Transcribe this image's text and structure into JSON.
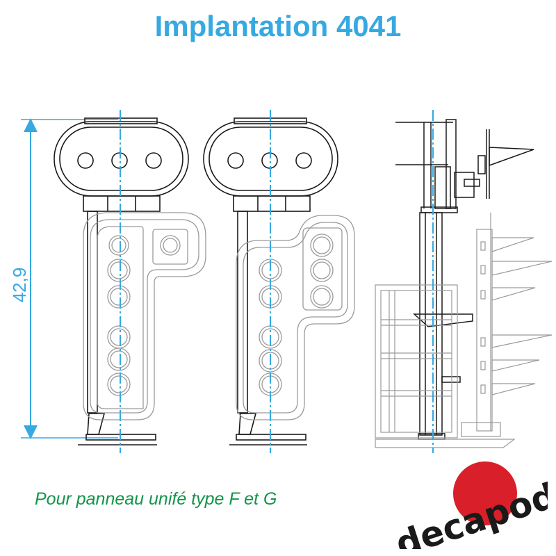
{
  "title": "Implantation 4041",
  "dimension": {
    "value": "42,9"
  },
  "caption": "Pour panneau unifé type F et G",
  "brand": {
    "logo_text": "decapod"
  },
  "colors": {
    "title": "#36a9e1",
    "dimension": "#36a9e1",
    "axis": "#36a9e1",
    "caption": "#12944a",
    "drawing": "#1a1a1a",
    "panel_outline": "#9a9a9a",
    "logo_red": "#d9202a",
    "logo_text": "#1a1a1a"
  }
}
